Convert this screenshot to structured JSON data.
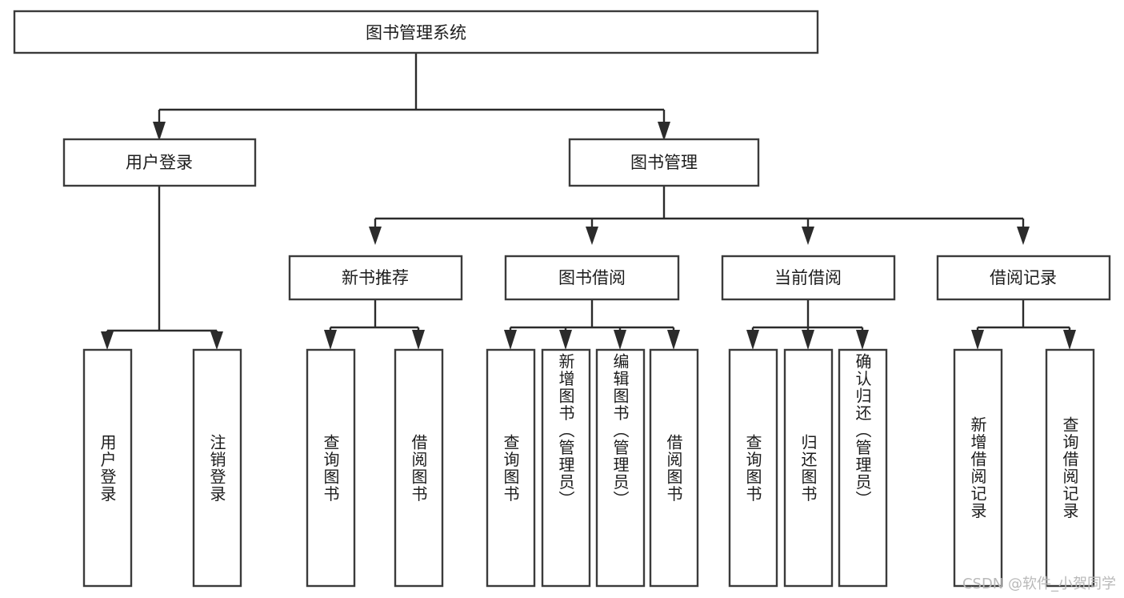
{
  "diagram": {
    "title": "图书管理系统",
    "type": "tree",
    "watermark": "CSDN @软件_小贺同学",
    "nodes": {
      "root": {
        "label": "图书管理系统",
        "orientation": "horizontal"
      },
      "level2": [
        {
          "id": "user-login",
          "label": "用户登录",
          "orientation": "horizontal"
        },
        {
          "id": "book-manage",
          "label": "图书管理",
          "orientation": "horizontal"
        }
      ],
      "level3": [
        {
          "id": "new-book-recommend",
          "label": "新书推荐",
          "orientation": "horizontal"
        },
        {
          "id": "book-borrow",
          "label": "图书借阅",
          "orientation": "horizontal"
        },
        {
          "id": "current-borrow",
          "label": "当前借阅",
          "orientation": "horizontal"
        },
        {
          "id": "borrow-record",
          "label": "借阅记录",
          "orientation": "horizontal"
        }
      ],
      "leaves": [
        {
          "id": "leaf-user-login",
          "label": "用户登录",
          "parent": "user-login",
          "orientation": "vertical"
        },
        {
          "id": "leaf-logout-login",
          "label": "注销登录",
          "parent": "user-login",
          "orientation": "vertical"
        },
        {
          "id": "leaf-query-book-1",
          "label": "查询图书",
          "parent": "new-book-recommend",
          "orientation": "vertical"
        },
        {
          "id": "leaf-borrow-book-1",
          "label": "借阅图书",
          "parent": "new-book-recommend",
          "orientation": "vertical"
        },
        {
          "id": "leaf-query-book-2",
          "label": "查询图书",
          "parent": "book-borrow",
          "orientation": "vertical"
        },
        {
          "id": "leaf-add-book",
          "label": "新增图书（管理员）",
          "parent": "book-borrow",
          "orientation": "vertical"
        },
        {
          "id": "leaf-edit-book",
          "label": "编辑图书（管理员）",
          "parent": "book-borrow",
          "orientation": "vertical"
        },
        {
          "id": "leaf-borrow-book-2",
          "label": "借阅图书",
          "parent": "book-borrow",
          "orientation": "vertical"
        },
        {
          "id": "leaf-query-book-3",
          "label": "查询图书",
          "parent": "current-borrow",
          "orientation": "vertical"
        },
        {
          "id": "leaf-return-book",
          "label": "归还图书",
          "parent": "current-borrow",
          "orientation": "vertical"
        },
        {
          "id": "leaf-confirm-return",
          "label": "确认归还（管理员）",
          "parent": "current-borrow",
          "orientation": "vertical"
        },
        {
          "id": "leaf-add-record",
          "label": "新增借阅记录",
          "parent": "borrow-record",
          "orientation": "vertical"
        },
        {
          "id": "leaf-query-record",
          "label": "查询借阅记录",
          "parent": "borrow-record",
          "orientation": "vertical"
        }
      ]
    },
    "colors": {
      "box_stroke": "#3b3b3b",
      "connector": "#2b2b2b",
      "text": "#1c1c1c",
      "background": "#ffffff",
      "watermark": "#b9b9b9"
    }
  }
}
